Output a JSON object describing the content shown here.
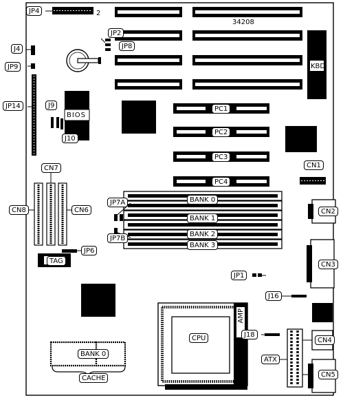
{
  "diagram": {
    "board_id": "34208",
    "labels": {
      "jp4": "JP4",
      "jp4_pin": "2",
      "jp2": "JP2",
      "jp8": "JP8",
      "j4": "J4",
      "jp9": "JP9",
      "jp14": "JP14",
      "j9": "J9",
      "j10": "J10",
      "bios": "BIOS",
      "kbd": "KBD",
      "pc1": "PC1",
      "pc2": "PC2",
      "pc3": "PC3",
      "pc4": "PC4",
      "cn1": "CN1",
      "cn7": "CN7",
      "cn8": "CN8",
      "cn6": "CN6",
      "jp7a": "JP7A",
      "jp7b": "JP7B",
      "bank0": "BANK 0",
      "bank1": "BANK 1",
      "bank2": "BANK 2",
      "bank3": "BANK 3",
      "cn2": "CN2",
      "cn3": "CN3",
      "jp6": "JP6",
      "tag": "TAG",
      "jp1": "JP1",
      "j16": "J16",
      "cpu": "CPU",
      "amp": "AMP",
      "j18": "J18",
      "cn4": "CN4",
      "atx": "ATX",
      "cn5": "CN5",
      "cache_bank0": "BANK 0",
      "cache": "CACHE"
    }
  }
}
